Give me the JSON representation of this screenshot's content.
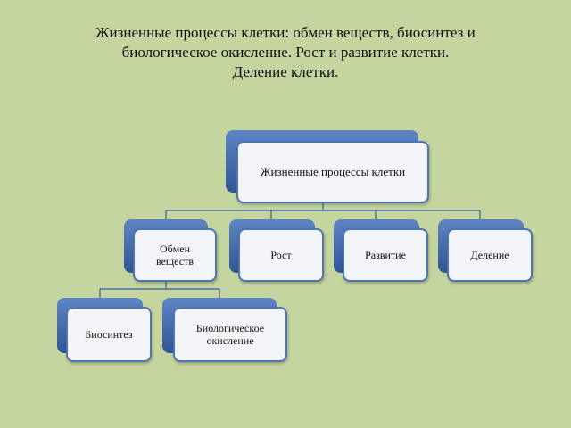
{
  "title": {
    "line1": "Жизненные процессы клетки: обмен веществ, биосинтез и",
    "line2": "биологическое окисление. Рост и развитие клетки.",
    "line3": "Деление клетки."
  },
  "diagram": {
    "root": "Жизненные процессы клетки",
    "level1": [
      "Обмен веществ",
      "Рост",
      "Развитие",
      "Деление"
    ],
    "level2": [
      "Биосинтез",
      "Биологическое окисление"
    ]
  },
  "colors": {
    "background": "#c5d59f",
    "box_back": "#2f5595",
    "box_border": "#4d74b3",
    "box_fill": "#f2f4f7",
    "connector": "#3b5f9c"
  }
}
